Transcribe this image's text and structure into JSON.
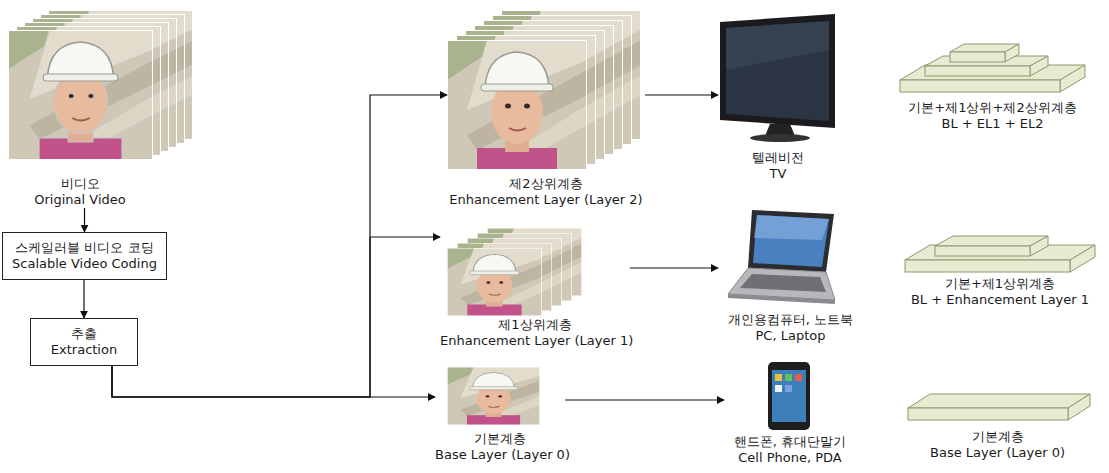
{
  "diagram": {
    "nodes": [
      {
        "text": [
          "비디오",
          "Original Video"
        ]
      },
      {
        "text": [
          "스케일러블 비디오 코딩",
          "Scalable Video Coding"
        ]
      },
      {
        "text": [
          "추출",
          "Extraction"
        ]
      },
      {
        "text": [
          "제2상위계층",
          "Enhancement Layer (Layer 2)"
        ]
      },
      {
        "text": [
          "제1상위계층",
          "Enhancement Layer (Layer 1)"
        ]
      },
      {
        "text": [
          "기본계층",
          "Base Layer (Layer 0)"
        ]
      },
      {
        "text": [
          "텔레비전",
          "TV"
        ]
      },
      {
        "text": [
          "개인용컴퓨터, 노트북",
          "PC, Laptop"
        ]
      },
      {
        "text": [
          "핸드폰, 휴대단말기",
          "Cell Phone, PDA"
        ]
      },
      {
        "text": [
          "기본+제1상위+제2상위계층",
          "BL + EL1 + EL2"
        ]
      },
      {
        "text": [
          "기본+제1상위계층",
          "BL + Enhancement Layer 1"
        ]
      },
      {
        "text": [
          "기본계층",
          "Base Layer (Layer 0)"
        ]
      }
    ],
    "edges": [
      {
        "from": 0,
        "to": 1,
        "arrow": "to"
      },
      {
        "from": 1,
        "to": 2,
        "arrow": "to"
      },
      {
        "from": 2,
        "to": 3,
        "arrow": "to"
      },
      {
        "from": 2,
        "to": 4,
        "arrow": "to"
      },
      {
        "from": 2,
        "to": 5,
        "arrow": "to"
      },
      {
        "from": 3,
        "to": 6,
        "arrow": "to"
      },
      {
        "from": 4,
        "to": 7,
        "arrow": "to"
      },
      {
        "from": 5,
        "to": 8,
        "arrow": "to"
      }
    ]
  }
}
